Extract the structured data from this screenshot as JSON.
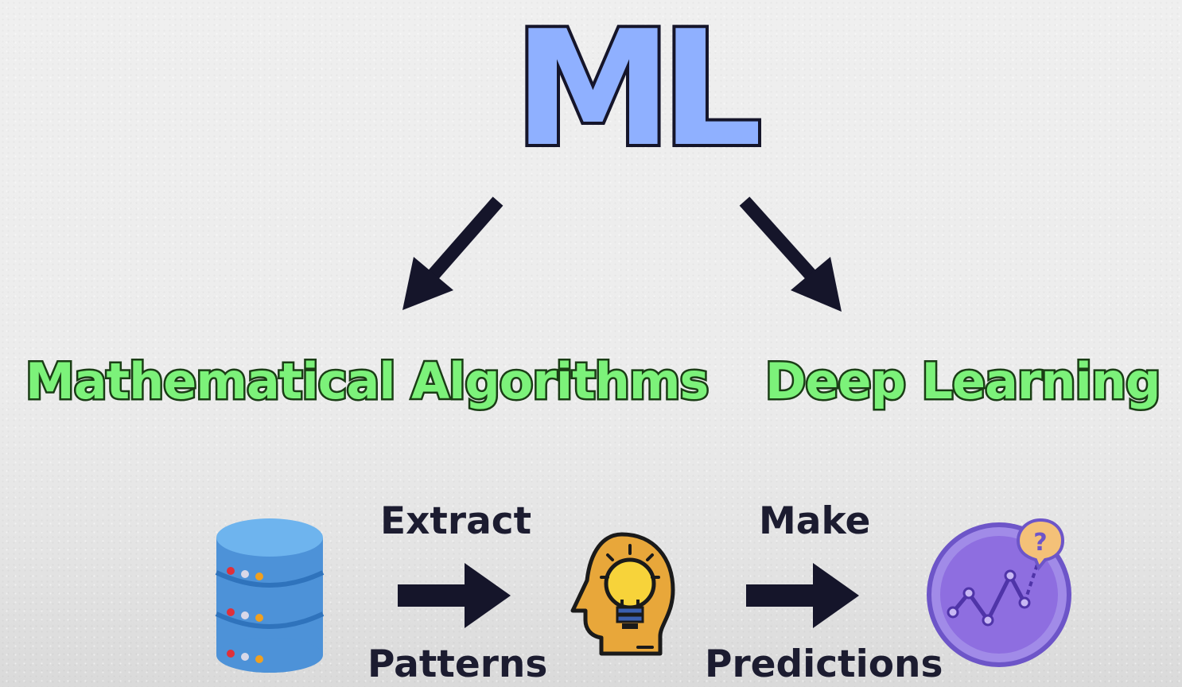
{
  "title": "ML",
  "branches": {
    "left": "Mathematical Algorithms",
    "right": "Deep Learning"
  },
  "flow": {
    "step1_top": "Extract",
    "step1_bottom": "Patterns",
    "step2_top": "Make",
    "step2_bottom": "Predictions",
    "prediction_badge": "?"
  },
  "icons": {
    "data": "database-icon",
    "insight": "head-lightbulb-icon",
    "prediction": "prediction-chart-icon"
  },
  "colors": {
    "title_fill": "#8fb0ff",
    "title_stroke": "#15152a",
    "branch_fill": "#7cf27a",
    "arrow": "#15152a",
    "database": "#4d92d8",
    "bulb": "#f2cf3a",
    "prediction_circle": "#8e6ee0"
  }
}
